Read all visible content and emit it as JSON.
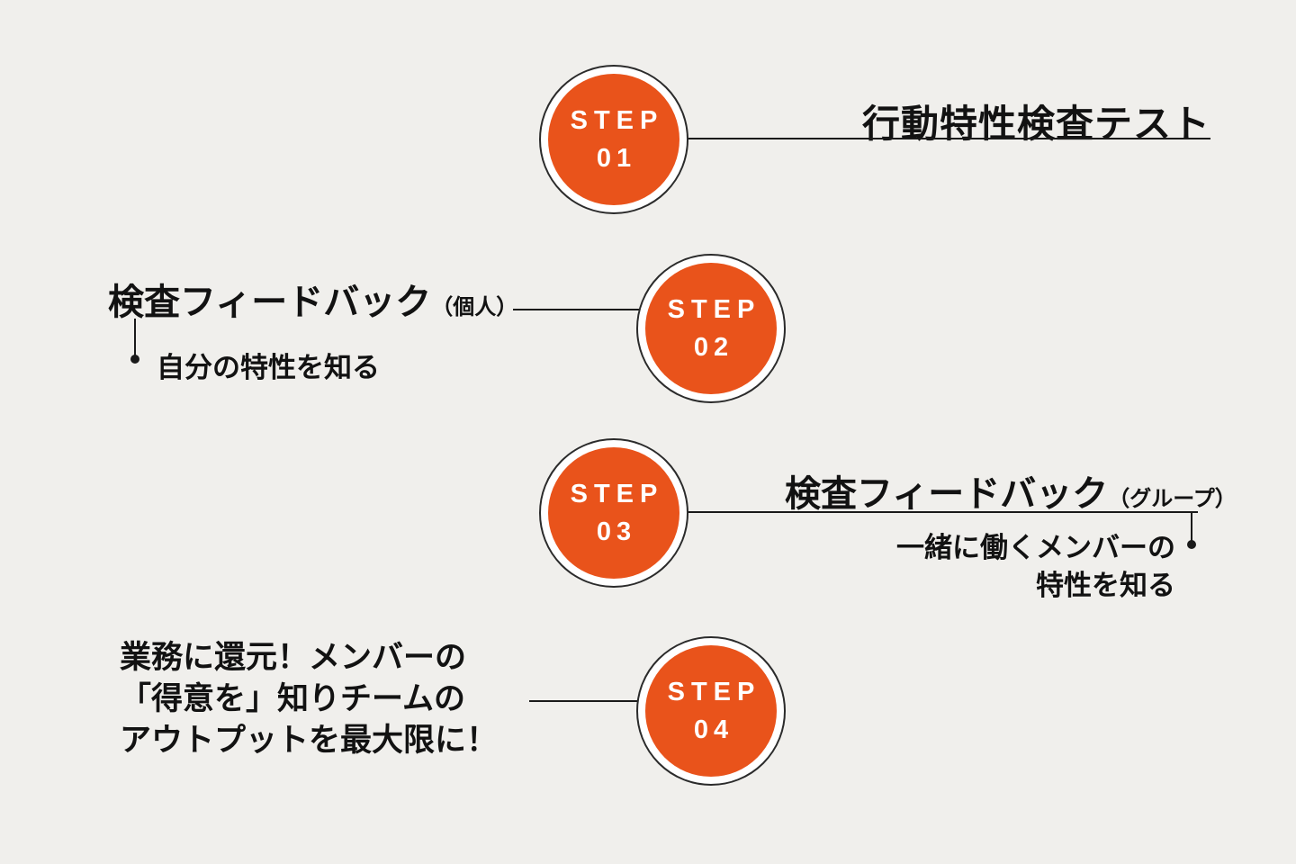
{
  "colors": {
    "background": "#f0efec",
    "accent_orange": "#e9531b",
    "text": "#121212",
    "circle_text": "#ffffff",
    "line": "#1a1a1a"
  },
  "steps": [
    {
      "label": "STEP",
      "number": "01",
      "title": "行動特性検査テスト"
    },
    {
      "label": "STEP",
      "number": "02",
      "title": "検査フィードバック",
      "title_note": "（個人）",
      "bullet": "自分の特性を知る"
    },
    {
      "label": "STEP",
      "number": "03",
      "title": "検査フィードバック",
      "title_note": "（グループ）",
      "bullet_line1": "一緒に働くメンバーの",
      "bullet_line2": "特性を知る"
    },
    {
      "label": "STEP",
      "number": "04",
      "title_line1": "業務に還元！メンバーの",
      "title_line2": "「得意を」知りチームの",
      "title_line3": "アウトプットを最大限に！"
    }
  ]
}
